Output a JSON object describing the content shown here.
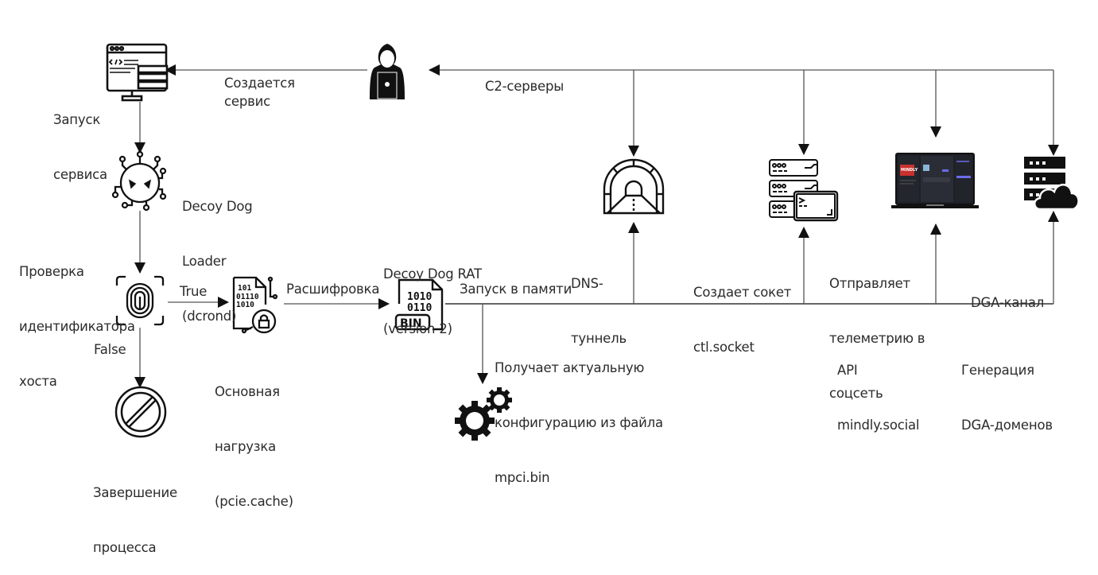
{
  "diagram": {
    "title": "Decoy Dog infection chain",
    "colors": {
      "line": "#444444",
      "icon": "#111111",
      "background": "#ffffff",
      "text": "#2b2b2b"
    },
    "nodes": {
      "service": {
        "icon": "web-server-code-icon",
        "label": [
          "Запуск",
          "сервиса"
        ]
      },
      "attacker": {
        "icon": "hacker-laptop-icon"
      },
      "loader": {
        "icon": "malware-virus-icon",
        "label": [
          "Decoy Dog",
          "Loader",
          "(dcrond)"
        ]
      },
      "host_check": {
        "icon": "fingerprint-scan-icon",
        "label": [
          "Проверка",
          "идентификатора",
          "хоста"
        ]
      },
      "terminate": {
        "icon": "prohibited-icon",
        "label": [
          "Завершение",
          "процесса"
        ]
      },
      "payload": {
        "icon": "encrypted-binary-file-icon",
        "label": [
          "Основная",
          "нагрузка",
          "(pcie.cache)"
        ]
      },
      "rat": {
        "icon": "bin-file-icon",
        "label": [
          "Decoy Dog RAT",
          "(version 2)"
        ]
      },
      "config": {
        "icon": "gears-icon",
        "label": [
          "Получает актуальную",
          "конфигурацию из файла",
          "mpci.bin"
        ]
      },
      "dns_tunnel": {
        "icon": "tunnel-icon",
        "label": [
          "DNS-",
          "туннель"
        ]
      },
      "socket": {
        "icon": "server-terminal-icon",
        "label": [
          "Создает сокет",
          "ctl.socket"
        ]
      },
      "social": {
        "icon": "laptop-social-icon",
        "label": [
          "Отправляет",
          "телеметрию в",
          "соцсеть"
        ],
        "sublabel": [
          "API",
          "mindly.social"
        ]
      },
      "dga": {
        "icon": "server-cloud-icon",
        "label": [
          "DGA-канал"
        ],
        "sublabel": [
          "Генерация",
          "DGA-доменов"
        ]
      }
    },
    "edges": {
      "creates_service": "Создается\nсервис",
      "c2_servers": "С2-серверы",
      "true_branch": "True",
      "false_branch": "False",
      "decrypt": "Расшифровка",
      "run_in_memory": "Запуск в памяти"
    }
  }
}
